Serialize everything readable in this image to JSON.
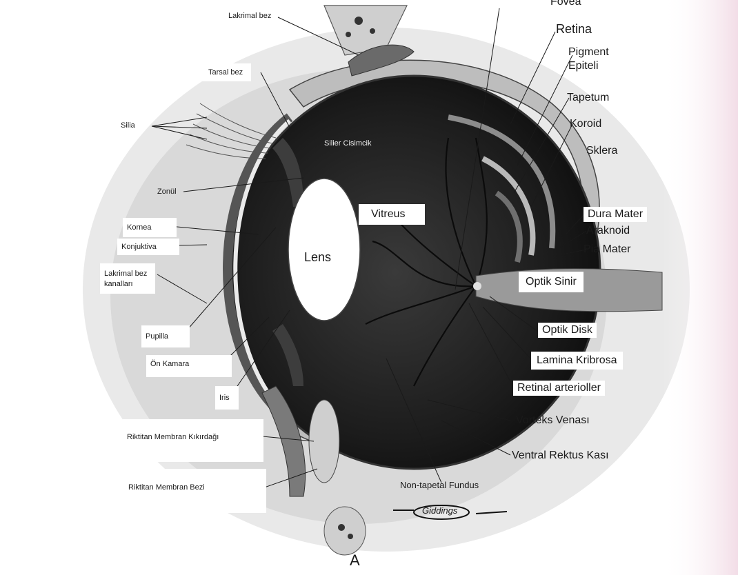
{
  "labels": {
    "top_cut": "Fovea",
    "retina": "Retina",
    "pigment": "Pigment Epiteli",
    "tapetum": "Tapetum",
    "koroid": "Koroid",
    "sklera": "Sklera",
    "dura": "Dura Mater",
    "araknoid": "Araknoid",
    "pia": "Pia Mater",
    "optik_sinir": "Optik Sinir",
    "optik_disk": "Optik Disk",
    "lamina": "Lamina Kribrosa",
    "retinal_art": "Retinal arterioller",
    "vorteks": "Vorteks Venası",
    "ventral": "Ventral Rektus Kası",
    "non_tapetal": "Non-tapetal Fundus",
    "vitreus": "Vitreus",
    "lens": "Lens",
    "lakrimal_bez": "Lakrimal bez",
    "tarsal_bez": "Tarsal bez",
    "silia": "Silia",
    "silier": "Silier Cisimcik",
    "zonul": "Zonül",
    "kornea": "Kornea",
    "konjuktiva": "Konjuktiva",
    "lakrimal_kanal": "Lakrimal bez kanalları",
    "pupilla": "Pupilla",
    "on_kamara": "Ön Kamara",
    "iris": "Iris",
    "kikirdak": "Riktitan Membran Kıkırdağı",
    "bezi": "Riktitan Membran Bezi",
    "figure_letter": "A",
    "signature": "Giddings"
  }
}
